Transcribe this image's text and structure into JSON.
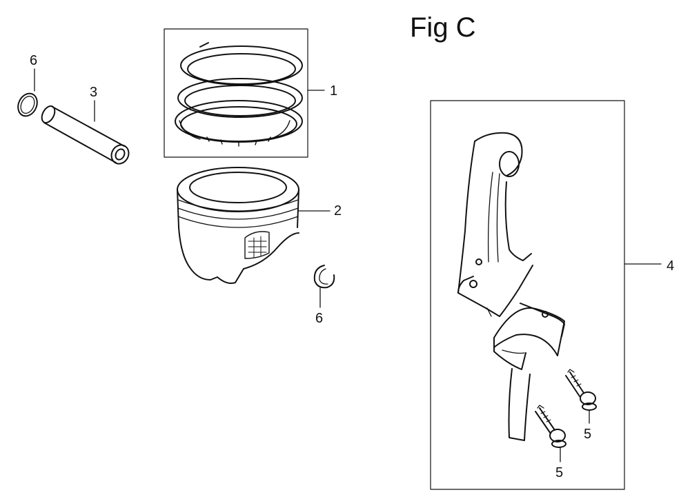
{
  "figure": {
    "title": "Fig C"
  },
  "callouts": {
    "piston_rings": "1",
    "piston": "2",
    "piston_pin": "3",
    "connecting_rod_assembly": "4",
    "rod_bolt_lower": "5",
    "rod_bolt_upper": "5",
    "pin_clip_left": "6",
    "pin_clip_right": "6"
  }
}
